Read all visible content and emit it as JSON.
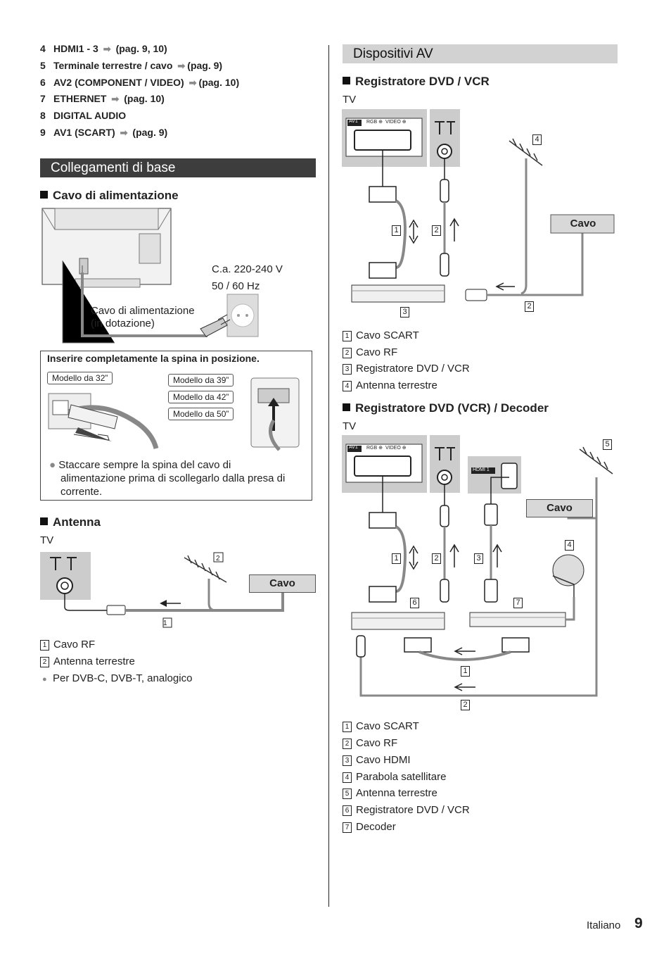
{
  "toc": [
    {
      "num": "4",
      "label": "HDMI1 - 3",
      "ref": "(pag. 9, 10)"
    },
    {
      "num": "5",
      "label": "Terminale terrestre / cavo",
      "ref": "(pag. 9)"
    },
    {
      "num": "6",
      "label": "AV2 (COMPONENT / VIDEO)",
      "ref": "(pag. 10)"
    },
    {
      "num": "7",
      "label": "ETHERNET",
      "ref": "(pag. 10)"
    },
    {
      "num": "8",
      "label": "DIGITAL AUDIO",
      "ref": ""
    },
    {
      "num": "9",
      "label": "AV1 (SCART)",
      "ref": "(pag. 9)"
    }
  ],
  "left": {
    "section_title": "Collegamenti di base",
    "power": {
      "heading": "Cavo di alimentazione",
      "voltage": "C.a. 220-240 V",
      "freq": "50 / 60 Hz",
      "cable_label_1": "Cavo di alimentazione",
      "cable_label_2": "(in dotazione)",
      "box_title": "Inserire completamente la spina in posizione.",
      "model_32": "Modello da 32”",
      "model_39": "Modello da 39”",
      "model_42": "Modello da 42”",
      "model_50": "Modello da 50”",
      "note_1": "Staccare sempre la spina del cavo di",
      "note_2": "alimentazione prima di scollegarlo dalla presa di",
      "note_3": "corrente."
    },
    "antenna": {
      "heading": "Antenna",
      "tv": "TV",
      "cavo": "Cavo",
      "n1": "1",
      "n2": "2",
      "legend": [
        {
          "n": "1",
          "t": "Cavo RF"
        },
        {
          "n": "2",
          "t": "Antenna terrestre"
        }
      ],
      "bullet": "Per DVB-C, DVB-T, analogico"
    }
  },
  "right": {
    "section_title": "Dispositivi AV",
    "dvd": {
      "heading": "Registratore DVD / VCR",
      "tv": "TV",
      "av1": "AV1",
      "rgb": "RGB ⊕",
      "video": "VIDEO ⊕",
      "cavo": "Cavo",
      "n1": "1",
      "n2": "2",
      "n3": "3",
      "n4": "4",
      "legend": [
        {
          "n": "1",
          "t": "Cavo SCART"
        },
        {
          "n": "2",
          "t": "Cavo RF"
        },
        {
          "n": "3",
          "t": "Registratore DVD / VCR"
        },
        {
          "n": "4",
          "t": "Antenna terrestre"
        }
      ]
    },
    "decoder": {
      "heading": "Registratore DVD (VCR) / Decoder",
      "tv": "TV",
      "av1": "AV1",
      "rgb": "RGB ⊕",
      "video": "VIDEO ⊕",
      "hdmi": "HDMI 1",
      "cavo": "Cavo",
      "n1": "1",
      "n2": "2",
      "n3": "3",
      "n4": "4",
      "n5": "5",
      "n6": "6",
      "n7": "7",
      "legend": [
        {
          "n": "1",
          "t": "Cavo SCART"
        },
        {
          "n": "2",
          "t": "Cavo RF"
        },
        {
          "n": "3",
          "t": "Cavo HDMI"
        },
        {
          "n": "4",
          "t": "Parabola satellitare"
        },
        {
          "n": "5",
          "t": "Antenna terrestre"
        },
        {
          "n": "6",
          "t": "Registratore DVD / VCR"
        },
        {
          "n": "7",
          "t": "Decoder"
        }
      ]
    }
  },
  "footer": {
    "language": "Italiano",
    "page": "9"
  }
}
